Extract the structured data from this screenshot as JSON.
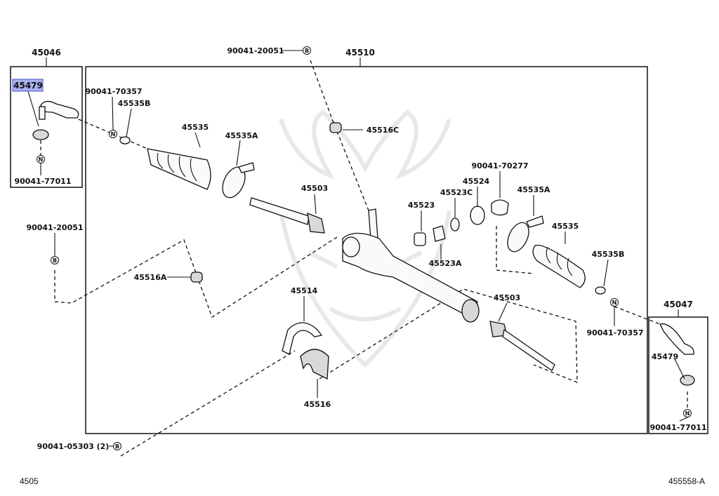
{
  "diagram": {
    "labels": {
      "p45046": "45046",
      "p45479_hl": "45479",
      "p90041_70357_l": "90041-70357",
      "p45535B_l": "45535B",
      "p90041_77011_l": "90041-77011",
      "p90041_20051_top": "90041-20051",
      "p45510": "45510",
      "p45516C": "45516C",
      "p45535_l": "45535",
      "p45535A_l": "45535A",
      "p45503_top": "45503",
      "p90041_20051_left": "90041-20051",
      "p45516A": "45516A",
      "p45514": "45514",
      "p45516": "45516",
      "p90041_05303": "90041-05303 (2)",
      "p90041_70277": "90041-70277",
      "p45524": "45524",
      "p45523C": "45523C",
      "p45523": "45523",
      "p45523A": "45523A",
      "p45535A_r": "45535A",
      "p45535_r": "45535",
      "p45535B_r": "45535B",
      "p45503_bottom": "45503",
      "p90041_70357_r": "90041-70357",
      "p45047": "45047",
      "p45479_r": "45479",
      "p90041_77011_r": "90041-77011"
    },
    "markers": {
      "b": "B",
      "n": "N"
    },
    "highlight_color": "#aab0ee",
    "footer_left": "4505",
    "footer_right": "455558-A"
  }
}
